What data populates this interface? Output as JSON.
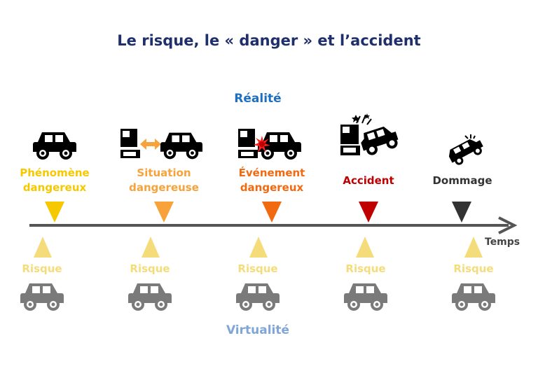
{
  "title": "Le risque, le « danger » et l’accident",
  "realite_label": "Réalité",
  "virtualite_label": "Virtualité",
  "axis_label": "Temps",
  "stages": [
    {
      "line1": "Phénomène",
      "line2": "dangereux",
      "color": "#f5c800",
      "icon": "car-icon"
    },
    {
      "line1": "Situation",
      "line2": "dangereuse",
      "color": "#f7a23a",
      "icon": "truck-car-approach-icon"
    },
    {
      "line1": "Événement",
      "line2": "dangereux",
      "color": "#f26a10",
      "icon": "truck-car-contact-icon"
    },
    {
      "line1": "Accident",
      "line2": "",
      "color": "#c00000",
      "icon": "crash-icon"
    },
    {
      "line1": "Dommage",
      "line2": "",
      "color": "#333333",
      "icon": "overturned-car-icon"
    }
  ],
  "risks": [
    {
      "label": "Risque"
    },
    {
      "label": "Risque"
    },
    {
      "label": "Risque"
    },
    {
      "label": "Risque"
    },
    {
      "label": "Risque"
    }
  ],
  "colors": {
    "risk_triangle": "#f5dc7a",
    "risk_car": "#7a7a7a",
    "axis": "#555555"
  }
}
